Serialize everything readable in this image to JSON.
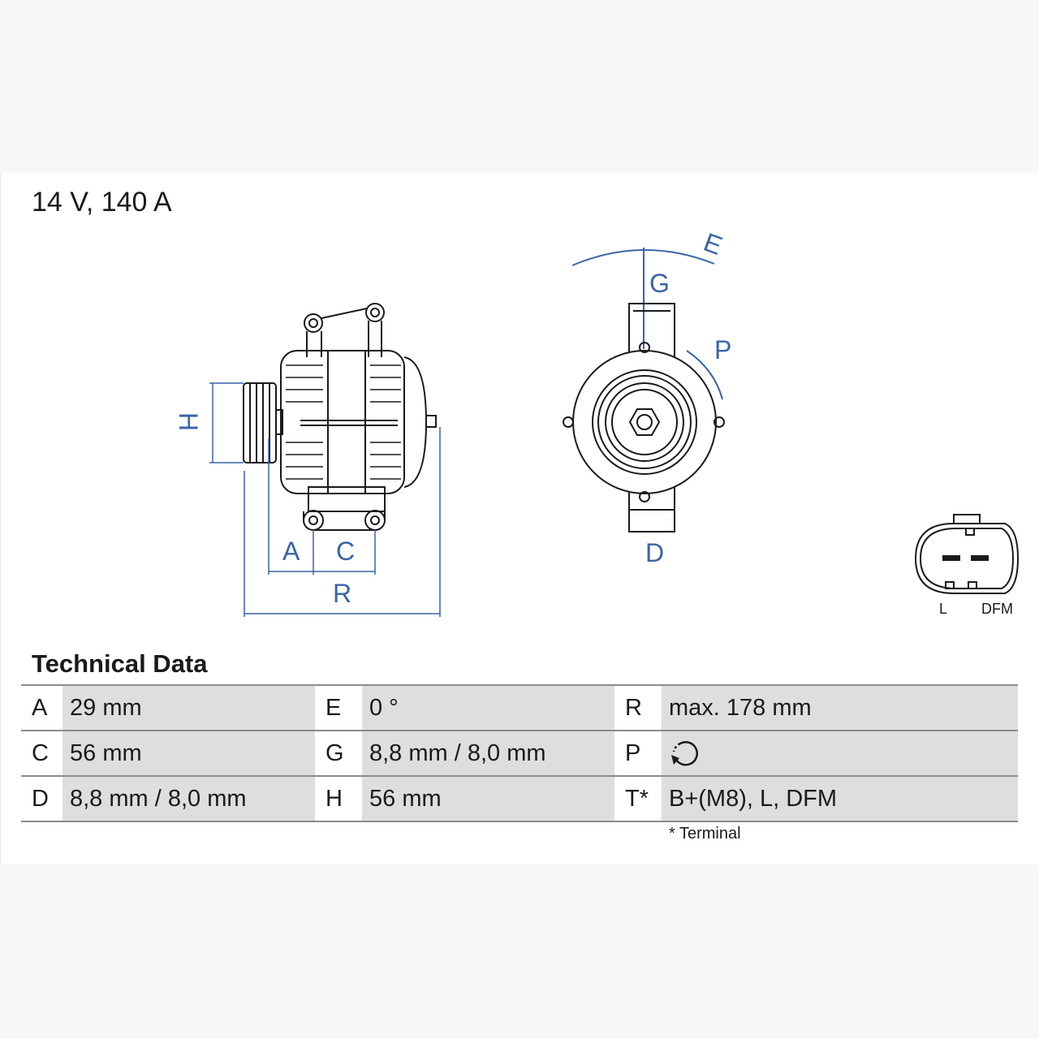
{
  "title": "14 V, 140 A",
  "drawing": {
    "dimension_labels": [
      "H",
      "A",
      "C",
      "R",
      "E",
      "G",
      "P",
      "D"
    ],
    "connector_labels": [
      "L",
      "DFM"
    ],
    "accent_color": "#3a64a8"
  },
  "technical_data": {
    "heading": "Technical Data",
    "rows": [
      [
        {
          "k": "A",
          "v": "29 mm"
        },
        {
          "k": "E",
          "v": "0 °"
        },
        {
          "k": "R",
          "v": "max. 178 mm"
        }
      ],
      [
        {
          "k": "C",
          "v": "56 mm"
        },
        {
          "k": "G",
          "v": "8,8 mm / 8,0 mm"
        },
        {
          "k": "P",
          "v": "",
          "icon": "clockwise-rotation-icon"
        }
      ],
      [
        {
          "k": "D",
          "v": "8,8 mm / 8,0 mm"
        },
        {
          "k": "H",
          "v": "56 mm"
        },
        {
          "k": "T*",
          "v": "B+(M8), L, DFM"
        }
      ]
    ],
    "footnote": "* Terminal"
  }
}
